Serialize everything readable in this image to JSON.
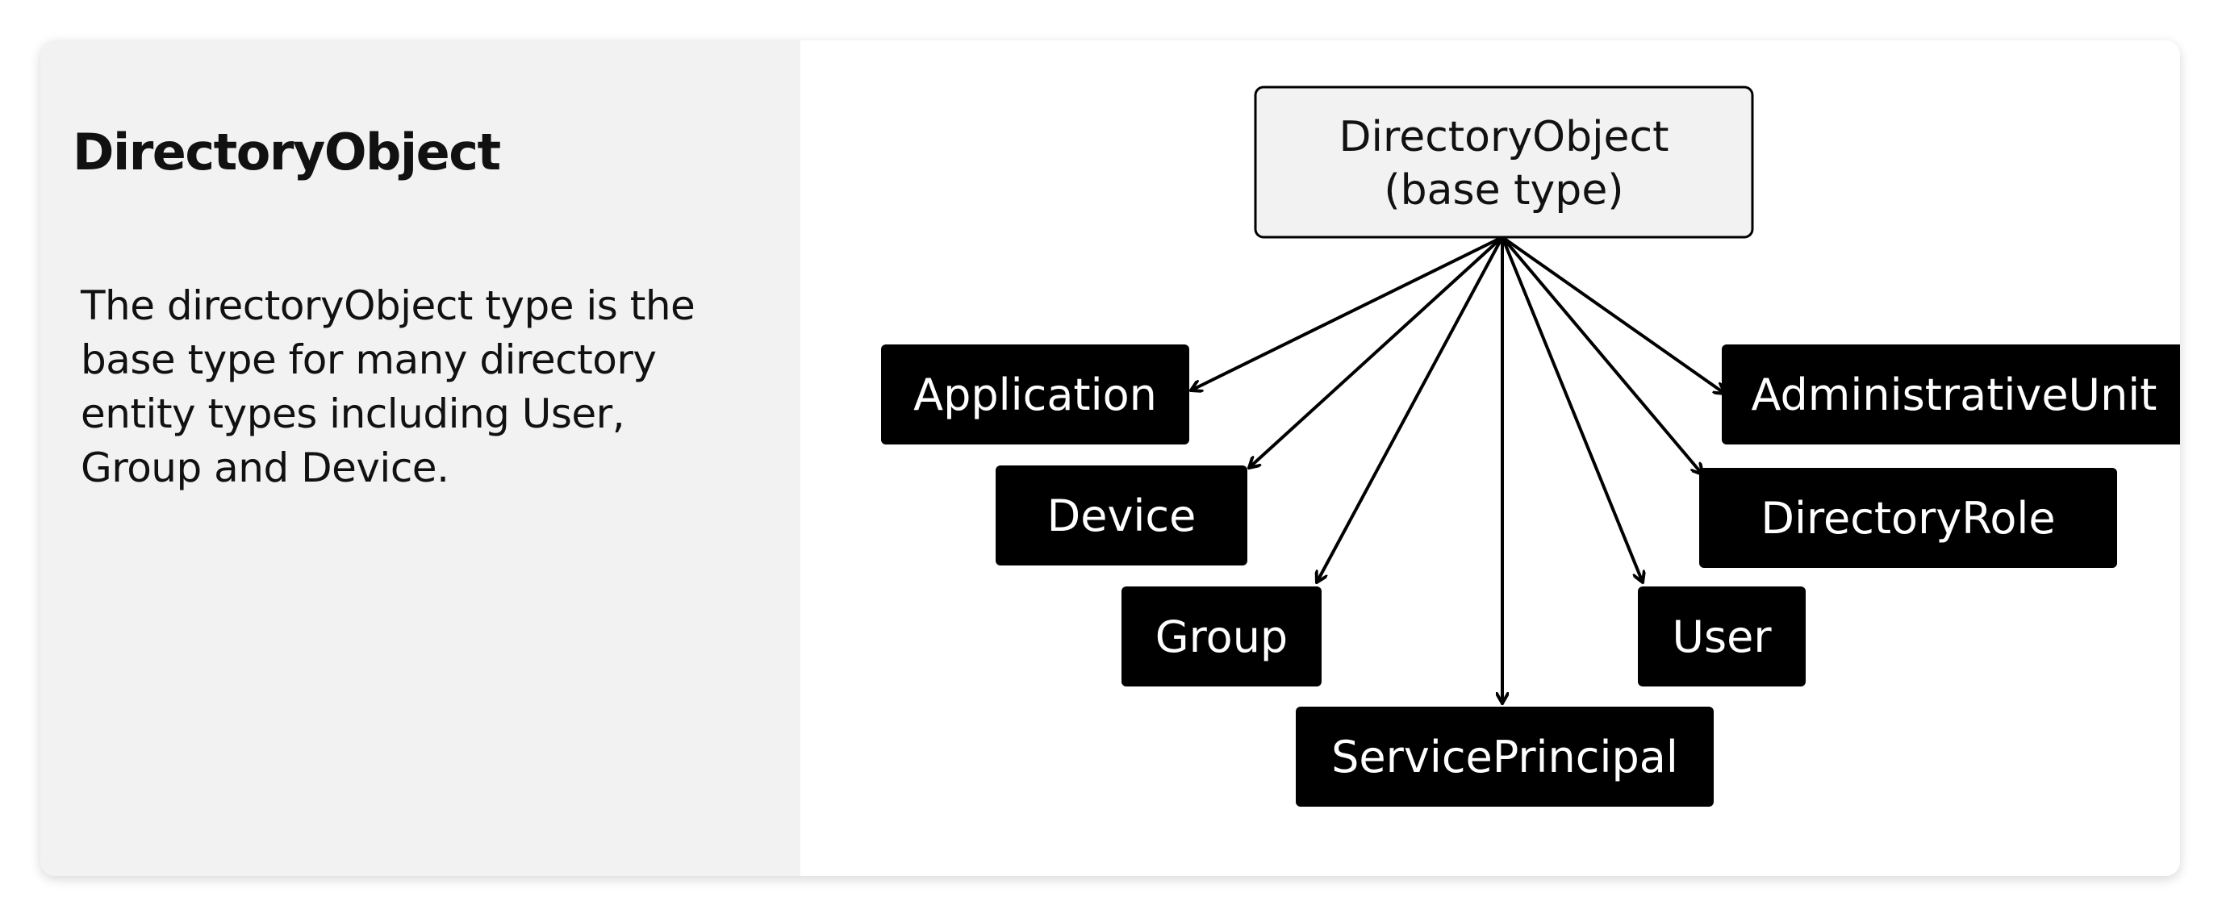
{
  "panel": {
    "title": "DirectoryObject",
    "description": "The directoryObject type is the base type for many directory entity types including User, Group and Device."
  },
  "diagram": {
    "base": {
      "line1": "DirectoryObject",
      "line2": "(base type)"
    },
    "nodes": [
      {
        "key": "application",
        "label": "Application"
      },
      {
        "key": "device",
        "label": "Device"
      },
      {
        "key": "group",
        "label": "Group"
      },
      {
        "key": "service-principal",
        "label": "ServicePrincipal"
      },
      {
        "key": "user",
        "label": "User"
      },
      {
        "key": "directory-role",
        "label": "DirectoryRole"
      },
      {
        "key": "administrative-unit",
        "label": "AdministrativeUnit"
      }
    ],
    "colors": {
      "base_fill": "#f2f2f2",
      "node_fill": "#000000",
      "node_text": "#ffffff",
      "arrow": "#000000"
    }
  }
}
